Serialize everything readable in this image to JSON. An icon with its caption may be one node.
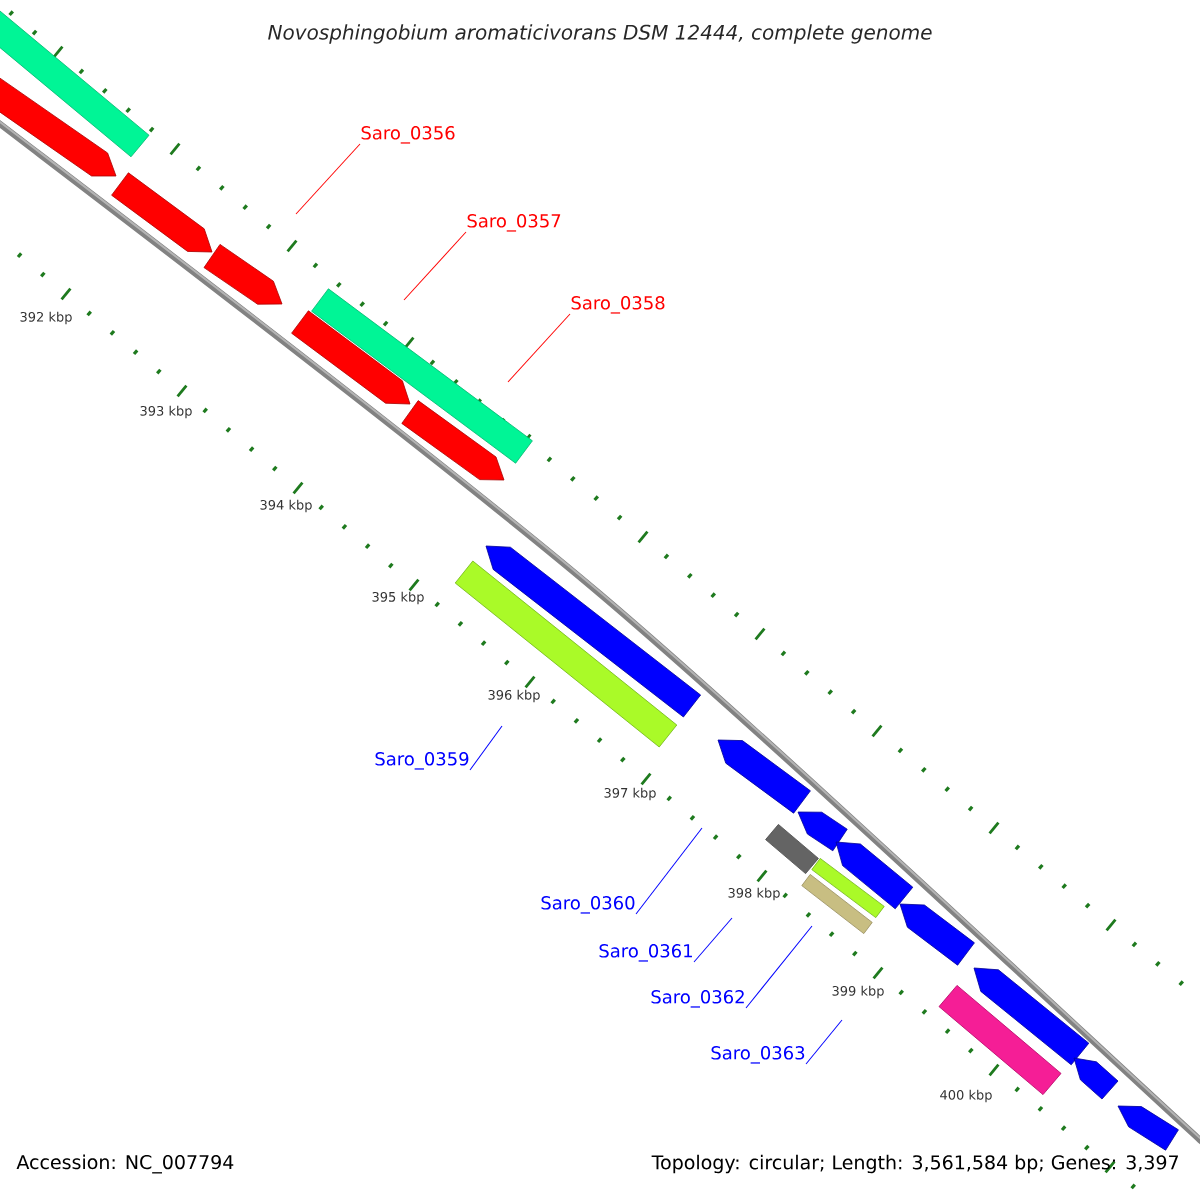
{
  "diagram": {
    "title": "Novosphingobium aromaticivorans DSM 12444, complete genome",
    "nodes": [
      {
        "text": [
          "Saro_0356"
        ]
      },
      {
        "text": [
          "Saro_0357"
        ]
      },
      {
        "text": [
          "Saro_0358"
        ]
      },
      {
        "text": [
          "Saro_0359"
        ]
      },
      {
        "text": [
          "Saro_0360"
        ]
      },
      {
        "text": [
          "Saro_0361"
        ]
      },
      {
        "text": [
          "Saro_0362"
        ]
      },
      {
        "text": [
          "Saro_0363"
        ]
      }
    ],
    "edges": [
      {
        "from": 0,
        "to": null,
        "arrow": "none",
        "color": "#ff0000"
      },
      {
        "from": 1,
        "to": null,
        "arrow": "none",
        "color": "#ff0000"
      },
      {
        "from": 2,
        "to": null,
        "arrow": "none",
        "color": "#ff0000"
      },
      {
        "from": 3,
        "to": null,
        "arrow": "none"
      },
      {
        "from": 4,
        "to": null,
        "arrow": "none"
      },
      {
        "from": 5,
        "to": null,
        "arrow": "none"
      },
      {
        "from": 6,
        "to": null,
        "arrow": "none"
      },
      {
        "from": 7,
        "to": null,
        "arrow": "none"
      }
    ],
    "labels": [
      "392 kbp",
      "393 kbp",
      "394 kbp",
      "395 kbp",
      "396 kbp",
      "397 kbp",
      "398 kbp",
      "399 kbp",
      "400 kbp",
      "Accession: NC_007794",
      "Topology: circular; Length: 3,561,584 bp; Genes: 3,397"
    ]
  }
}
